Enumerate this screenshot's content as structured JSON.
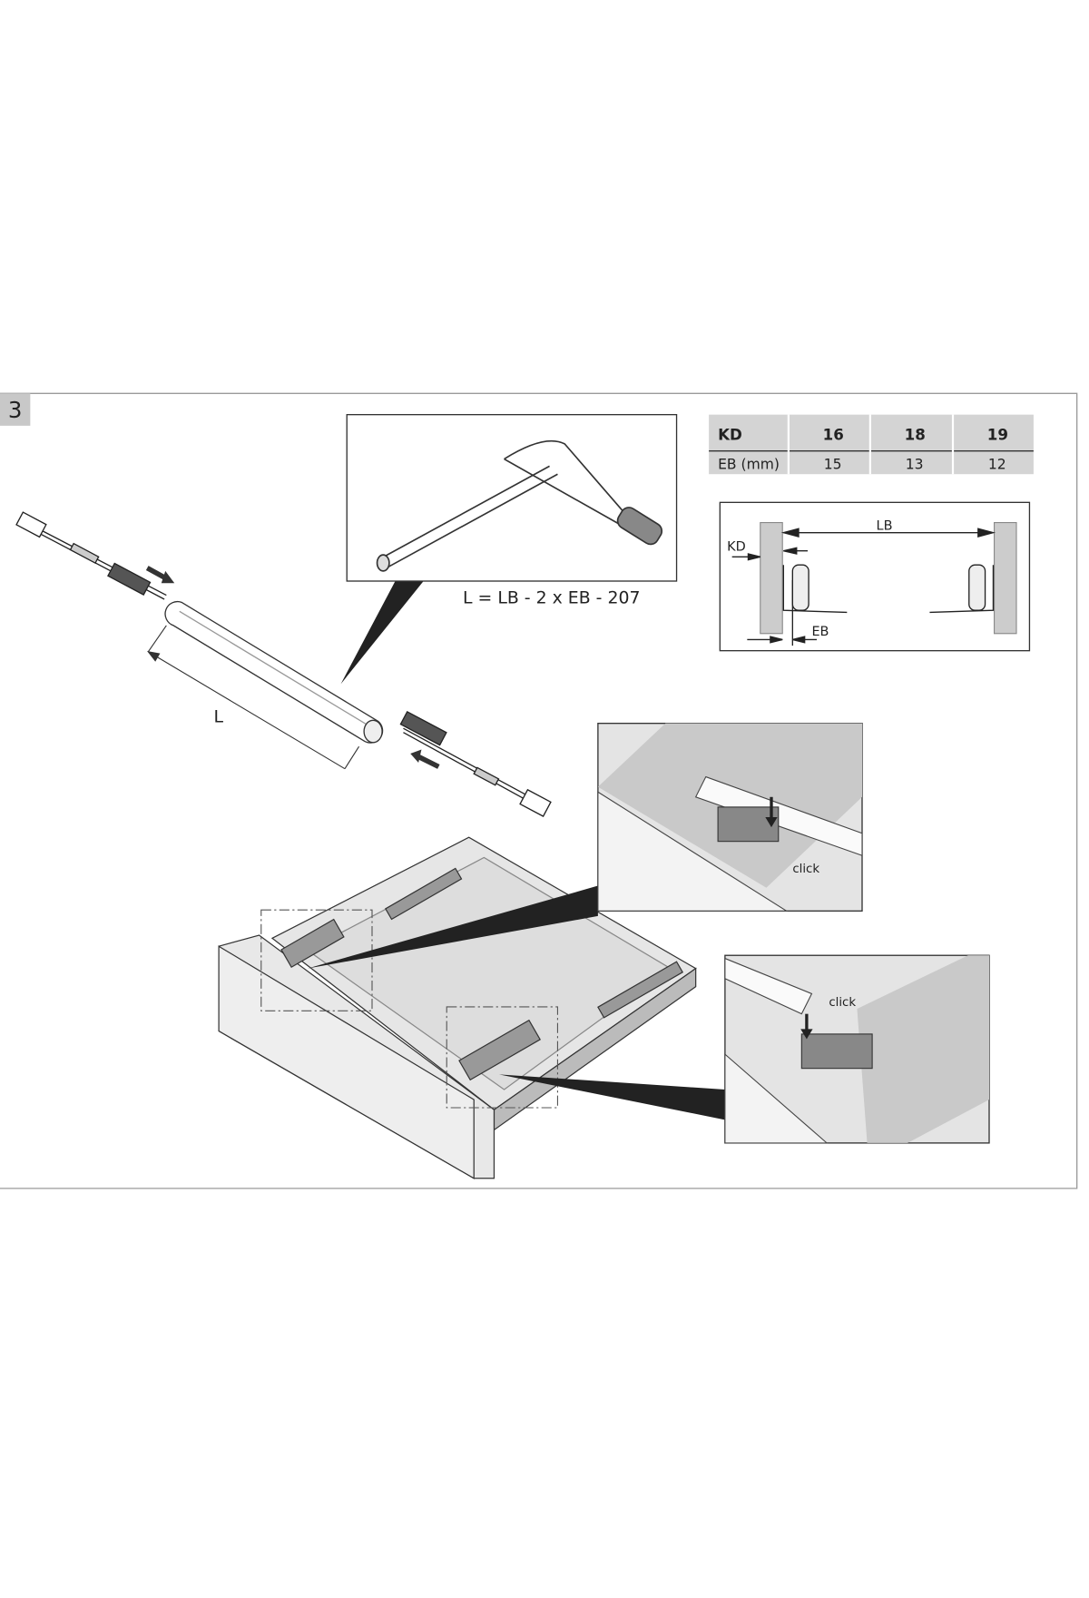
{
  "step": {
    "number": "3"
  },
  "formula": "L = LB - 2 x EB - 207",
  "length_label": "L",
  "table": {
    "header": [
      "KD",
      "16",
      "18",
      "19"
    ],
    "row": [
      "EB (mm)",
      "15",
      "13",
      "12"
    ]
  },
  "cross_section": {
    "lb_label": "LB",
    "kd_label": "KD",
    "eb_label": "EB"
  },
  "detail_1": {
    "click_label": "click"
  },
  "detail_2": {
    "click_label": "click"
  },
  "colors": {
    "panel_gray": "#d4d4d4",
    "frame": "#9a9a9a"
  }
}
